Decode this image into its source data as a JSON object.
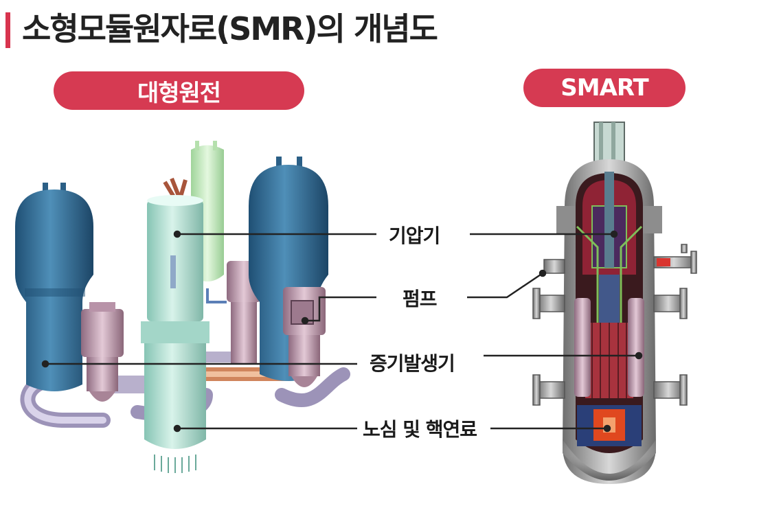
{
  "title": "소형모듈원자로(SMR)의 개념도",
  "panels": {
    "large": "대형원전",
    "smart": "SMART"
  },
  "labels": {
    "pressurizer": "기압기",
    "pump": "펌프",
    "steam_generator": "증기발생기",
    "core_fuel": "노심 및 핵연료"
  },
  "colors": {
    "accent": "#d63a52",
    "steam_generator_blue": "#2f6f9a",
    "pressurizer_green": "#c9efc4",
    "vessel_teal": "#b6e2d6",
    "pump_pink": "#c7a6b8"
  }
}
